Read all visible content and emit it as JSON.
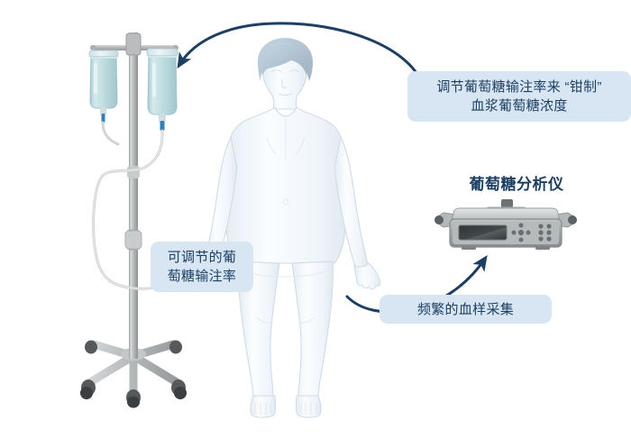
{
  "diagram": {
    "title_visible": false,
    "background_color": "#ffffff",
    "accent_navy": "#1d3f63",
    "label_bg": "#d7e6f2",
    "body_fill": "#f2f7fb",
    "body_stroke": "#cddbe6",
    "hair_color": "#b9cad8",
    "pole_color": "#b9bdbe",
    "bag_fluid": "#bedcdd",
    "device_body": "#9a9fa1",
    "device_screen": "#3a3f41"
  },
  "labels": {
    "infusion_rate": "调节葡萄糖输注率来 “钳制”\n血浆葡萄糖浓度",
    "adjustable_rate": "可调节的葡\n萄糖输注率",
    "blood_sampling": "频繁的血样采集",
    "analyzer_title": "葡萄糖分析仪"
  },
  "figures": {
    "iv_stand": "iv-drip-stand-with-two-bags",
    "patient": "standing-human-body-figure",
    "analyzer": "glucose-analyzer-device"
  },
  "arrows": [
    {
      "name": "arrow-to-iv-bags",
      "from": "infusion-rate-label",
      "to": "iv-bags",
      "color": "#1d3f63"
    },
    {
      "name": "arrow-to-analyzer",
      "from": "patient-hand",
      "to": "glucose-analyzer",
      "color": "#1d3f63"
    }
  ]
}
